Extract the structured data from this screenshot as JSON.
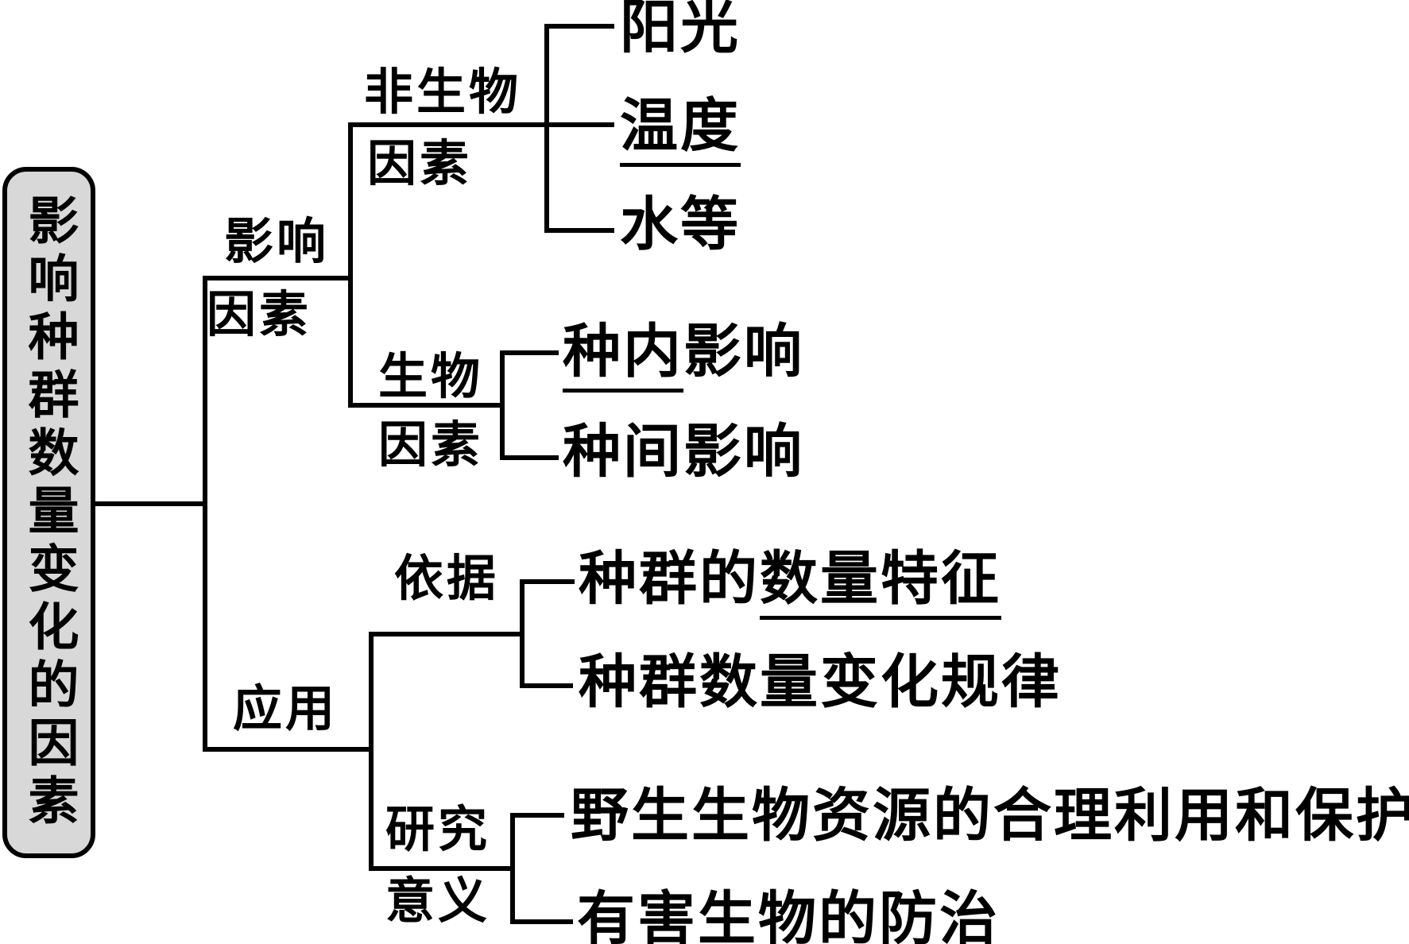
{
  "figure": {
    "background_color": "#ffffff",
    "line_color": "#000000",
    "root_fill_color": "#d8d8d8"
  },
  "root": {
    "label": "影响种群数量变化的因素"
  },
  "branches": {
    "influence_factors": {
      "line1": "影响",
      "line2": "因素"
    },
    "abiotic": {
      "line1": "非生物",
      "line2": "因素"
    },
    "biotic": {
      "line1": "生物",
      "line2": "因素"
    },
    "application": {
      "line1": "应用"
    },
    "basis": {
      "line1": "依据"
    },
    "significance": {
      "line1": "研究",
      "line2": "意义"
    }
  },
  "leaves": {
    "sunlight": {
      "pre": "阳光"
    },
    "temperature": {
      "underlined": "温度"
    },
    "water": {
      "pre": "水等"
    },
    "intraspecific": {
      "underlined": "种内",
      "post": "影响"
    },
    "interspecific": {
      "pre": "种间影响"
    },
    "population_traits": {
      "pre": "种群的",
      "underlined": "数量特征"
    },
    "population_rules": {
      "pre": "种群数量变化规律"
    },
    "wildlife_use": {
      "pre": "野生生物资源的合理利用和保护"
    },
    "pest_control": {
      "pre": "有害生物的防治"
    }
  }
}
